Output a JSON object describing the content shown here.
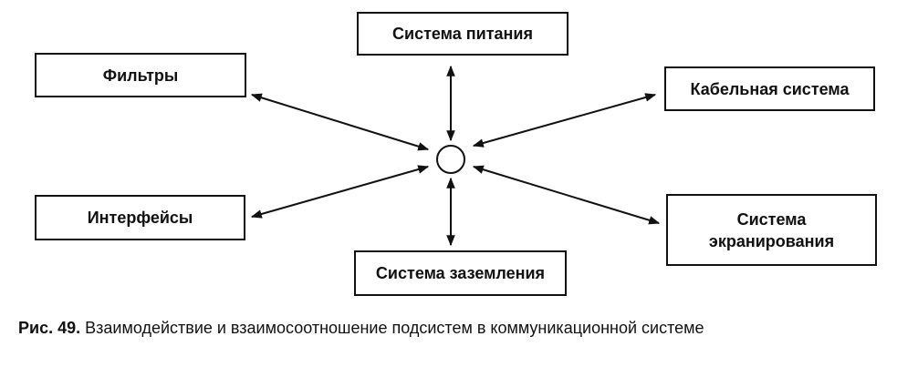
{
  "boxes": {
    "power": "Система питания",
    "filters": "Фильтры",
    "cables": "Кабельная система",
    "interfaces": "Интерфейсы",
    "shielding_line1": "Система",
    "shielding_line2": "экранирования",
    "grounding": "Система заземления"
  },
  "caption": {
    "label": "Рис. 49.",
    "text": "Взаимодействие и взаимосоотношение подсистем в коммуникационной системе"
  }
}
